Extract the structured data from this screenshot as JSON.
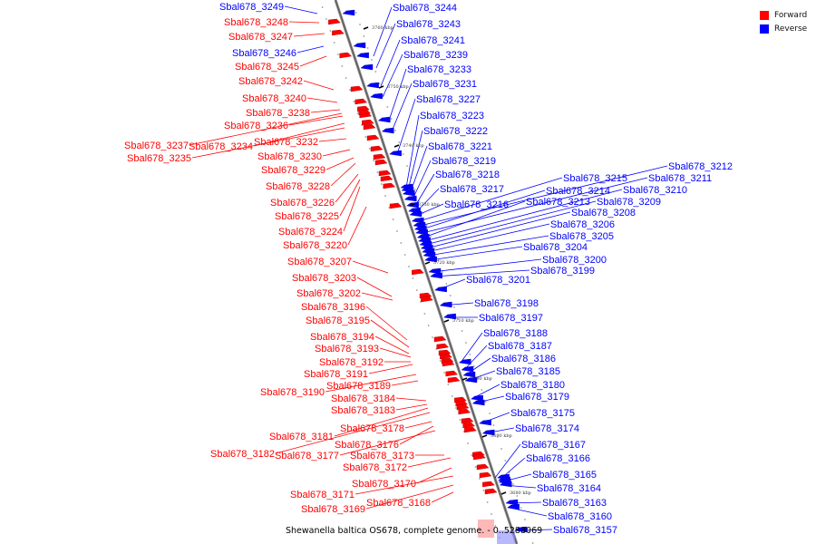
{
  "legend": {
    "forward": {
      "label": "Forward",
      "color": "#ff0000"
    },
    "reverse": {
      "label": "Reverse",
      "color": "#0000ff"
    }
  },
  "sequence_title": "Shewanella baltica OS678, complete genome. - 0..5288069",
  "ticks": [
    "3760 kbp",
    "3750 kbp",
    "3740 kbp",
    "3730 kbp",
    "3720 kbp",
    "3710 kbp",
    "3700 kbp",
    "3690 kbp",
    "3680 kbp"
  ],
  "genes": [
    {
      "name": "Sbal678_3249",
      "strand": "reverse"
    },
    {
      "name": "Sbal678_3248",
      "strand": "forward"
    },
    {
      "name": "Sbal678_3247",
      "strand": "forward"
    },
    {
      "name": "Sbal678_3246",
      "strand": "reverse"
    },
    {
      "name": "Sbal678_3245",
      "strand": "forward"
    },
    {
      "name": "Sbal678_3242",
      "strand": "forward"
    },
    {
      "name": "Sbal678_3240",
      "strand": "forward"
    },
    {
      "name": "Sbal678_3238",
      "strand": "forward"
    },
    {
      "name": "Sbal678_3236",
      "strand": "forward"
    },
    {
      "name": "Sbal678_3237",
      "strand": "forward"
    },
    {
      "name": "Sbal678_3234",
      "strand": "forward"
    },
    {
      "name": "Sbal678_3235",
      "strand": "forward"
    },
    {
      "name": "Sbal678_3232",
      "strand": "forward"
    },
    {
      "name": "Sbal678_3230",
      "strand": "forward"
    },
    {
      "name": "Sbal678_3229",
      "strand": "forward"
    },
    {
      "name": "Sbal678_3228",
      "strand": "forward"
    },
    {
      "name": "Sbal678_3226",
      "strand": "forward"
    },
    {
      "name": "Sbal678_3225",
      "strand": "forward"
    },
    {
      "name": "Sbal678_3224",
      "strand": "forward"
    },
    {
      "name": "Sbal678_3220",
      "strand": "forward"
    },
    {
      "name": "Sbal678_3207",
      "strand": "forward"
    },
    {
      "name": "Sbal678_3203",
      "strand": "forward"
    },
    {
      "name": "Sbal678_3202",
      "strand": "forward"
    },
    {
      "name": "Sbal678_3196",
      "strand": "forward"
    },
    {
      "name": "Sbal678_3195",
      "strand": "forward"
    },
    {
      "name": "Sbal678_3194",
      "strand": "forward"
    },
    {
      "name": "Sbal678_3193",
      "strand": "forward"
    },
    {
      "name": "Sbal678_3192",
      "strand": "forward"
    },
    {
      "name": "Sbal678_3191",
      "strand": "forward"
    },
    {
      "name": "Sbal678_3190",
      "strand": "forward"
    },
    {
      "name": "Sbal678_3189",
      "strand": "forward"
    },
    {
      "name": "Sbal678_3184",
      "strand": "forward"
    },
    {
      "name": "Sbal678_3183",
      "strand": "forward"
    },
    {
      "name": "Sbal678_3181",
      "strand": "forward"
    },
    {
      "name": "Sbal678_3182",
      "strand": "forward"
    },
    {
      "name": "Sbal678_3178",
      "strand": "forward"
    },
    {
      "name": "Sbal678_3176",
      "strand": "forward"
    },
    {
      "name": "Sbal678_3177",
      "strand": "forward"
    },
    {
      "name": "Sbal678_3173",
      "strand": "forward"
    },
    {
      "name": "Sbal678_3172",
      "strand": "forward"
    },
    {
      "name": "Sbal678_3170",
      "strand": "forward"
    },
    {
      "name": "Sbal678_3171",
      "strand": "forward"
    },
    {
      "name": "Sbal678_3169",
      "strand": "forward"
    },
    {
      "name": "Sbal678_3168",
      "strand": "forward"
    },
    {
      "name": "Sbal678_3244",
      "strand": "reverse"
    },
    {
      "name": "Sbal678_3243",
      "strand": "reverse"
    },
    {
      "name": "Sbal678_3241",
      "strand": "reverse"
    },
    {
      "name": "Sbal678_3239",
      "strand": "reverse"
    },
    {
      "name": "Sbal678_3233",
      "strand": "reverse"
    },
    {
      "name": "Sbal678_3231",
      "strand": "reverse"
    },
    {
      "name": "Sbal678_3227",
      "strand": "reverse"
    },
    {
      "name": "Sbal678_3223",
      "strand": "reverse"
    },
    {
      "name": "Sbal678_3222",
      "strand": "reverse"
    },
    {
      "name": "Sbal678_3221",
      "strand": "reverse"
    },
    {
      "name": "Sbal678_3219",
      "strand": "reverse"
    },
    {
      "name": "Sbal678_3218",
      "strand": "reverse"
    },
    {
      "name": "Sbal678_3217",
      "strand": "reverse"
    },
    {
      "name": "Sbal678_3216",
      "strand": "reverse"
    },
    {
      "name": "Sbal678_3215",
      "strand": "reverse"
    },
    {
      "name": "Sbal678_3212",
      "strand": "reverse"
    },
    {
      "name": "Sbal678_3214",
      "strand": "reverse"
    },
    {
      "name": "Sbal678_3211",
      "strand": "reverse"
    },
    {
      "name": "Sbal678_3213",
      "strand": "reverse"
    },
    {
      "name": "Sbal678_3210",
      "strand": "reverse"
    },
    {
      "name": "Sbal678_3209",
      "strand": "reverse"
    },
    {
      "name": "Sbal678_3208",
      "strand": "reverse"
    },
    {
      "name": "Sbal678_3206",
      "strand": "reverse"
    },
    {
      "name": "Sbal678_3205",
      "strand": "reverse"
    },
    {
      "name": "Sbal678_3204",
      "strand": "reverse"
    },
    {
      "name": "Sbal678_3200",
      "strand": "reverse"
    },
    {
      "name": "Sbal678_3199",
      "strand": "reverse"
    },
    {
      "name": "Sbal678_3201",
      "strand": "reverse"
    },
    {
      "name": "Sbal678_3198",
      "strand": "reverse"
    },
    {
      "name": "Sbal678_3197",
      "strand": "reverse"
    },
    {
      "name": "Sbal678_3188",
      "strand": "reverse"
    },
    {
      "name": "Sbal678_3187",
      "strand": "reverse"
    },
    {
      "name": "Sbal678_3186",
      "strand": "reverse"
    },
    {
      "name": "Sbal678_3185",
      "strand": "reverse"
    },
    {
      "name": "Sbal678_3180",
      "strand": "reverse"
    },
    {
      "name": "Sbal678_3179",
      "strand": "reverse"
    },
    {
      "name": "Sbal678_3175",
      "strand": "reverse"
    },
    {
      "name": "Sbal678_3174",
      "strand": "reverse"
    },
    {
      "name": "Sbal678_3167",
      "strand": "reverse"
    },
    {
      "name": "Sbal678_3166",
      "strand": "reverse"
    },
    {
      "name": "Sbal678_3165",
      "strand": "reverse"
    },
    {
      "name": "Sbal678_3164",
      "strand": "reverse"
    },
    {
      "name": "Sbal678_3163",
      "strand": "reverse"
    },
    {
      "name": "Sbal678_3160",
      "strand": "reverse"
    },
    {
      "name": "Sbal678_3157",
      "strand": "reverse"
    }
  ]
}
